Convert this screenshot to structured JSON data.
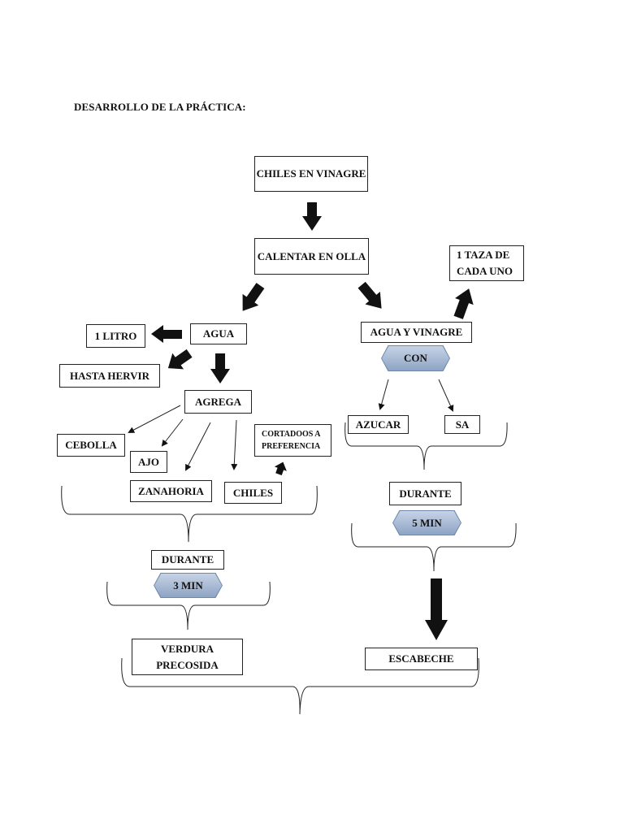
{
  "title": "DESARROLLO DE LA PRÁCTICA:",
  "nodes": {
    "chiles_en_vinagre": "CHILES EN VINAGRE",
    "calentar_en_olla": "CALENTAR EN OLLA",
    "agua": "AGUA",
    "un_litro": "1 LITRO",
    "hasta_hervir": "HASTA HERVIR",
    "agrega": "AGREGA",
    "cebolla": "CEBOLLA",
    "ajo": "AJO",
    "zanahoria": "ZANAHORIA",
    "chiles": "CHILES",
    "cortados": "CORTADOOS A PREFERENCIA",
    "durante_left": "DURANTE",
    "tres_min": "3 MIN",
    "verdura_precosida": "VERDURA PRECOSIDA",
    "agua_y_vinagre": "AGUA Y VINAGRE",
    "una_taza": "1 TAZA DE CADA UNO",
    "con": "CON",
    "azucar": "AZUCAR",
    "sa": "SA",
    "durante_right": "DURANTE",
    "cinco_min": "5 MIN",
    "escabeche": "ESCABECHE"
  },
  "colors": {
    "hex_fill_top": "#c6d3e6",
    "hex_fill_bottom": "#8ea4c4",
    "hex_border": "#6f87ab",
    "line": "#222222"
  }
}
